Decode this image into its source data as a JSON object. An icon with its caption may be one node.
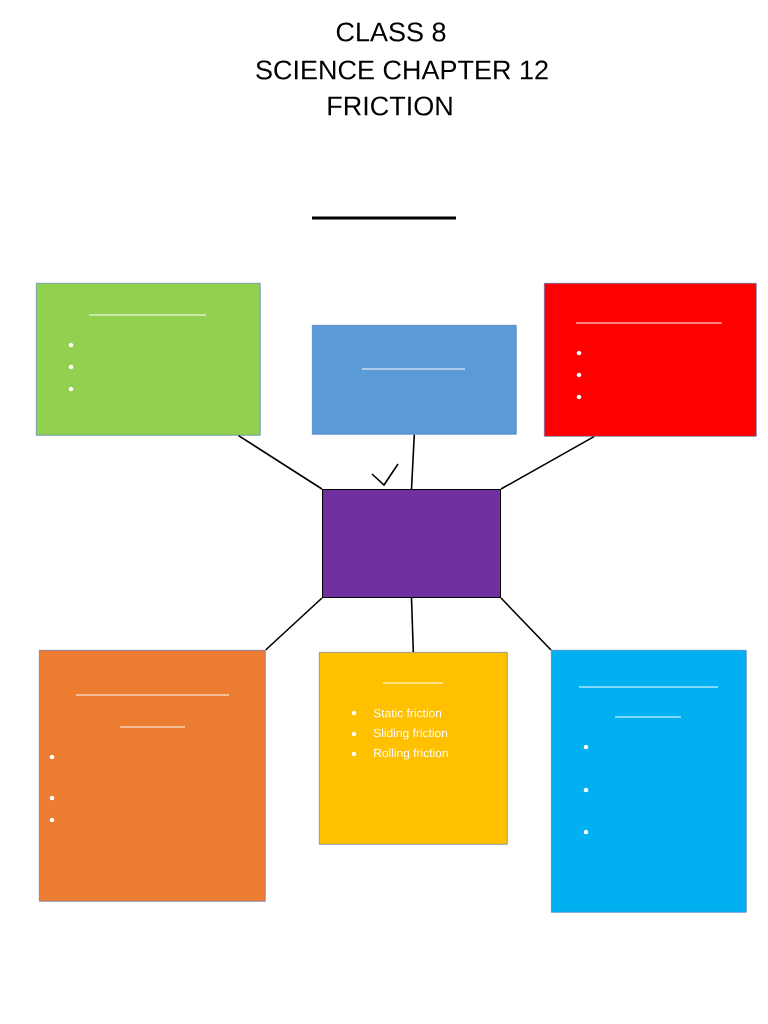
{
  "diagram": {
    "title": "CLASS 8",
    "nodes": [
      {
        "text": [],
        "shape": "box"
      },
      {
        "text": [],
        "shape": "box"
      },
      {
        "text": [],
        "shape": "box"
      },
      {
        "text": [],
        "shape": "box"
      },
      {
        "text": [],
        "shape": "box"
      },
      {
        "text": [
          "Static friction",
          "Sliding friction",
          "Rolling friction"
        ]
      },
      {
        "text": [],
        "shape": "box"
      }
    ],
    "edges": [
      {
        "from": 0,
        "to": 3,
        "arrow": "none"
      },
      {
        "from": 1,
        "to": 3,
        "arrow": "none"
      },
      {
        "from": 2,
        "to": 3,
        "arrow": "none"
      },
      {
        "from": 3,
        "to": 4,
        "arrow": "none"
      },
      {
        "from": 3,
        "to": 5,
        "arrow": "none"
      },
      {
        "from": 3,
        "to": 6,
        "arrow": "none"
      }
    ],
    "labels": [
      "SCIENCE CHAPTER 12",
      "FRICTION"
    ]
  }
}
